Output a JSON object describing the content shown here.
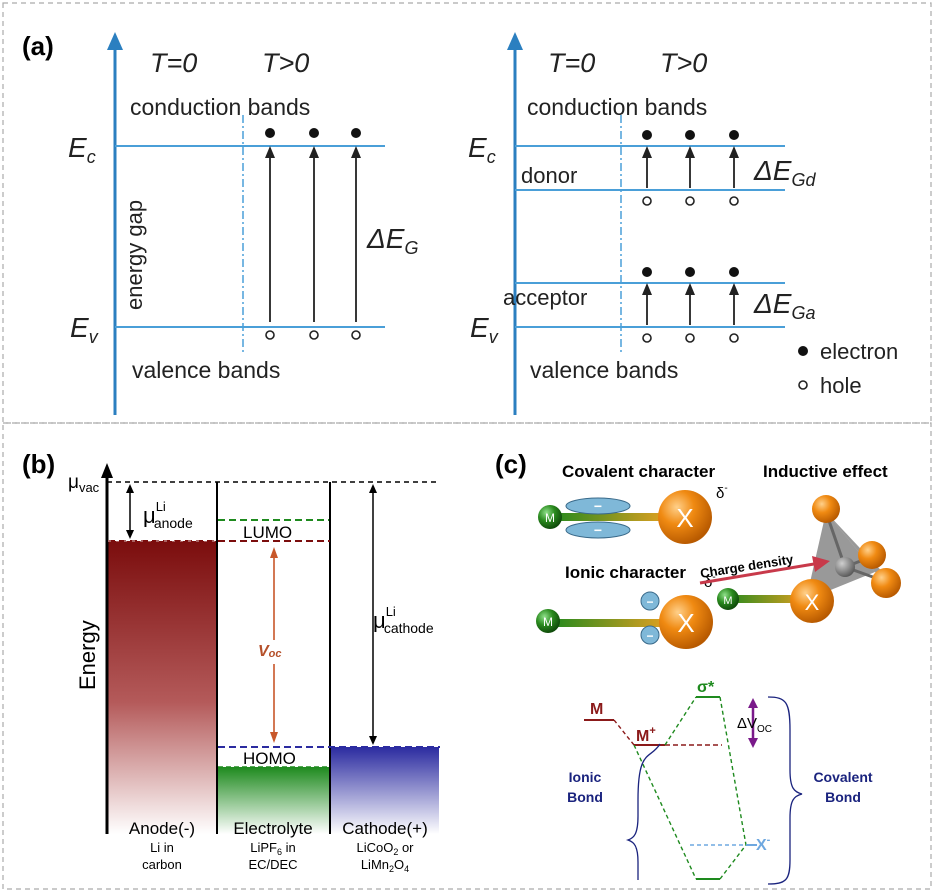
{
  "panel_a": {
    "label": "(a)",
    "left": {
      "t0": "T=0",
      "tgt0": "T>0",
      "conduction": "conduction bands",
      "valence": "valence bands",
      "ec_main": "E",
      "ec_sub": "c",
      "ev_main": "E",
      "ev_sub": "v",
      "energy_gap": "energy gap",
      "delta_main": "ΔE",
      "delta_sub": "G"
    },
    "right": {
      "t0": "T=0",
      "tgt0": "T>0",
      "conduction": "conduction bands",
      "valence": "valence bands",
      "ec_main": "E",
      "ec_sub": "c",
      "ev_main": "E",
      "ev_sub": "v",
      "donor": "donor",
      "acceptor": "acceptor",
      "delta_d_main": "ΔE",
      "delta_d_sub": "Gd",
      "delta_a_main": "ΔE",
      "delta_a_sub": "Ga"
    },
    "legend": {
      "electron": "electron",
      "hole": "hole"
    }
  },
  "panel_b": {
    "label": "(b)",
    "mu_vac_main": "μ",
    "mu_vac_sub": "vac",
    "mu_anode_main": "μ",
    "mu_anode_sup": "Li",
    "mu_anode_sub": "anode",
    "mu_cathode_main": "μ",
    "mu_cathode_sup": "Li",
    "mu_cathode_sub": "cathode",
    "energy": "Energy",
    "lumo": "LUMO",
    "homo": "HOMO",
    "voc": "V",
    "voc_sub": "oc",
    "anode": "Anode(-)",
    "anode_sub1": "Li in",
    "anode_sub2": "carbon",
    "electrolyte": "Electrolyte",
    "electrolyte_sub1_a": "LiPF",
    "electrolyte_sub1_b": "6",
    "electrolyte_sub1_c": " in",
    "electrolyte_sub2": "EC/DEC",
    "cathode": "Cathode(+)",
    "cathode_sub1_a": "LiCoO",
    "cathode_sub1_b": "2",
    "cathode_sub1_c": " or",
    "cathode_sub2_a": "LiMn",
    "cathode_sub2_b": "2",
    "cathode_sub2_c": "O",
    "cathode_sub2_d": "4"
  },
  "panel_c": {
    "label": "(c)",
    "covalent": "Covalent character",
    "ionic": "Ionic character",
    "inductive": "Inductive effect",
    "charge_density": "Charge density",
    "delta_minus": "δ",
    "delta_minus_sup": "-",
    "m": "M",
    "x": "X",
    "minus": "−",
    "mo_m": "M",
    "mo_mplus": "M",
    "mo_mplus_sup": "+",
    "sigma": "σ*",
    "xminus": "X",
    "xminus_sup": "-",
    "dvoc": "ΔV",
    "dvoc_sub": "OC",
    "ionic_bond_1": "Ionic",
    "ionic_bond_2": "Bond",
    "covalent_bond_1": "Covalent",
    "covalent_bond_2": "Bond"
  },
  "colors": {
    "band_line": "#4a9fd8",
    "axis": "#2b7fc0",
    "anode": "#7b0d0d",
    "electrolyte": "#1e8a1e",
    "cathode": "#2b2ba0",
    "ball_x": "#f08a12",
    "ball_m": "#2a8a1e",
    "navy": "#1a237e"
  }
}
